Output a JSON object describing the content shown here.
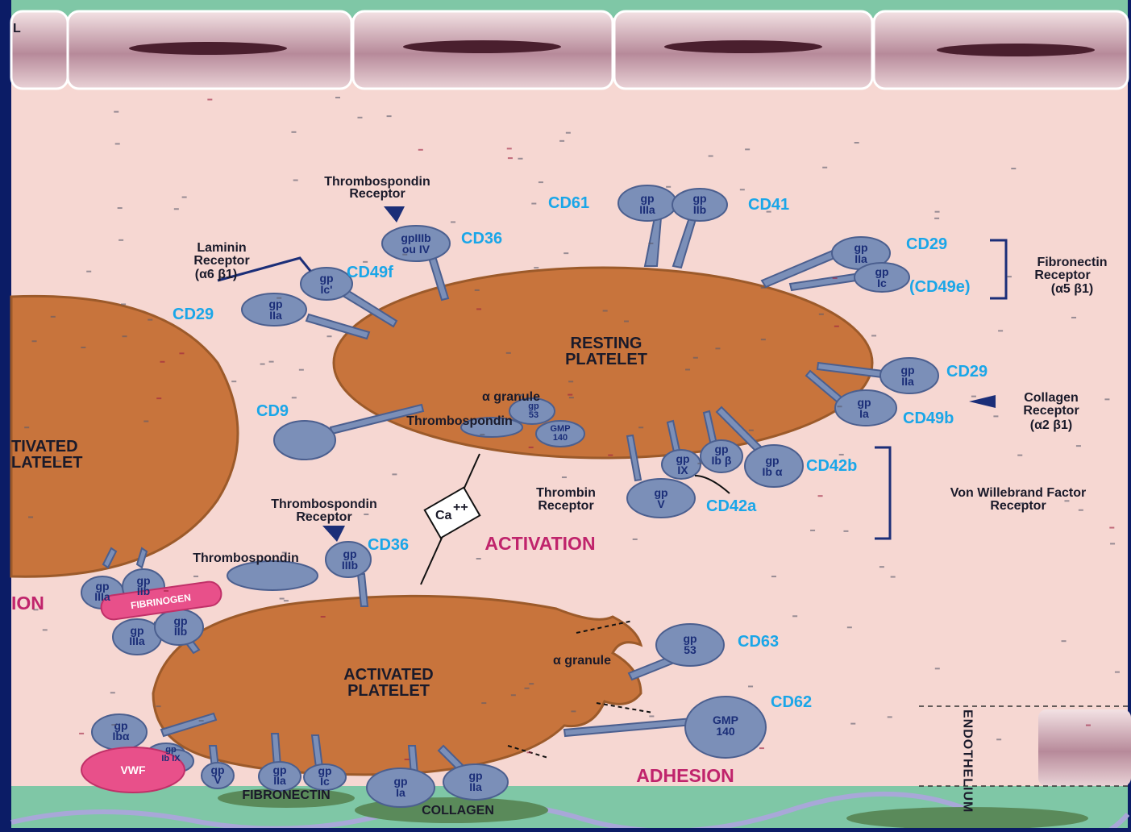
{
  "labels": {
    "cd61": "CD61",
    "cd41": "CD41",
    "cd36_top": "CD36",
    "cd49f": "CD49f",
    "cd29_left": "CD29",
    "cd29_fib": "CD29",
    "cd49e": "(CD49e)",
    "cd29_col": "CD29",
    "cd49b": "CD49b",
    "cd9": "CD9",
    "cd42b": "CD42b",
    "cd42a": "CD42a",
    "cd36_bottom": "CD36",
    "cd63": "CD63",
    "cd62": "CD62"
  },
  "captions": {
    "thrombospondin_receptor_top": [
      "Thrombospondin",
      "Receptor"
    ],
    "laminin_receptor": [
      "Laminin",
      "Receptor",
      "(α6 β1)"
    ],
    "fibronectin_receptor": [
      "Fibronectin",
      "Receptor",
      "(α5 β1)"
    ],
    "collagen_receptor": [
      "Collagen",
      "Receptor",
      "(α2 β1)"
    ],
    "thrombin_receptor": [
      "Thrombin",
      "Receptor"
    ],
    "vwf_receptor": [
      "Von Willebrand Factor",
      "Receptor"
    ],
    "thrombospondin_receptor_bottom": [
      "Thrombospondin",
      "Receptor"
    ],
    "resting_platelet": [
      "RESTING",
      "PLATELET"
    ],
    "activated_platelet": [
      "ACTIVATED",
      "PLATELET"
    ],
    "activated_platelet_left": [
      "TIVATED",
      "LATELET"
    ],
    "alpha_granule_top": "α granule",
    "thrombospondin_inside": "Thrombospondin",
    "thrombospondin_free": "Thrombospondin",
    "alpha_granule_bottom": "α granule",
    "activation": "ACTIVATION",
    "adhesion": "ADHESION",
    "aggregation_partial": "ION",
    "fibrinogen": "FIBRINOGEN",
    "vwf": "VWF",
    "fibronectin": "FIBRONECTIN",
    "collagen": "COLLAGEN",
    "calcium": "Ca",
    "calcium_sup": "++",
    "endothelium": "ENDOTHELIUM",
    "corner_letter": "L"
  },
  "glycoproteins": {
    "gpIIIa_top": [
      "gp",
      "IIIa"
    ],
    "gpIIb_top": [
      "gp",
      "IIb"
    ],
    "gpIIIb_IV": [
      "gpIIIb",
      "ou IV"
    ],
    "gpIc_prime": [
      "gp",
      "Ic'"
    ],
    "gpIIa_left": [
      "gp",
      "IIa"
    ],
    "gpIIa_fib": [
      "gp",
      "IIa"
    ],
    "gpIc_fib": [
      "gp",
      "Ic"
    ],
    "gpIIa_col": [
      "gp",
      "IIa"
    ],
    "gpIa_col": [
      "gp",
      "Ia"
    ],
    "gp53_in": [
      "gp",
      "53"
    ],
    "gmp140_in": [
      "GMP",
      "140"
    ],
    "gpIX": [
      "gp",
      "IX"
    ],
    "gpIb_beta": [
      "gp",
      "Ib β"
    ],
    "gpIb_alpha": [
      "gp",
      "Ib α"
    ],
    "gpV": [
      "gp",
      "V"
    ],
    "gpIIIb_bot": [
      "gp",
      "IIIb"
    ],
    "gpIIIa_agg1": [
      "gp",
      "IIIa"
    ],
    "gpIIb_agg1": [
      "gp",
      "IIb"
    ],
    "gpIIIa_agg2": [
      "gp",
      "IIIa"
    ],
    "gpIIb_agg2": [
      "gp",
      "IIb"
    ],
    "gp53_out": [
      "gp",
      "53"
    ],
    "gmp140_out": [
      "GMP",
      "140"
    ],
    "gpIba_bot": [
      "gp",
      "Ibα"
    ],
    "gpIb_IX_bot": [
      "gp",
      "Ib  IX"
    ],
    "gpV_bot": [
      "gp",
      "V"
    ],
    "gpIIa_bot": [
      "gp",
      "IIa"
    ],
    "gpIc_bot": [
      "gp",
      "Ic"
    ],
    "gpIa_bot": [
      "gp",
      "Ia"
    ],
    "gpIIa_bot2": [
      "gp",
      "IIa"
    ]
  },
  "colors": {
    "background": "#f6d7d2",
    "platelet": "#c8743c",
    "platelet_edge": "#9c5a2a",
    "receptor": "#7b8fb8",
    "receptor_edge": "#4b5f8f",
    "cd_text": "#1aa6e8",
    "magenta_text": "#c0246c",
    "fibrinogen": "#e8508a",
    "frame": "#0b1c66",
    "subendothelium": "#7fc7a6"
  }
}
